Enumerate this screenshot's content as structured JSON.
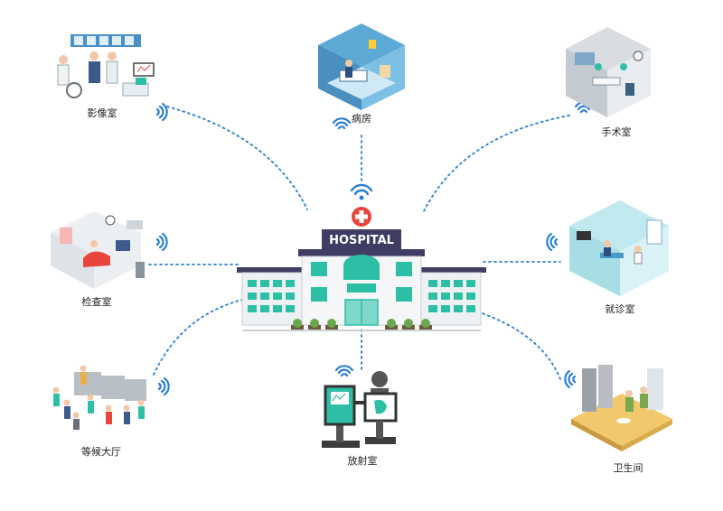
{
  "center": {
    "sign_text": "HOSPITAL",
    "colors": {
      "roof": "#3f3d63",
      "wall": "#eef1f3",
      "window": "#2dbfa5",
      "cross": "#e8453c",
      "wifi": "#2a7fd4"
    }
  },
  "rooms": [
    {
      "label": "影像室",
      "icon": "imaging-room-illustration"
    },
    {
      "label": "病房",
      "icon": "ward-room-illustration"
    },
    {
      "label": "手术室",
      "icon": "operating-room-illustration"
    },
    {
      "label": "检查室",
      "icon": "examination-room-illustration"
    },
    {
      "label": "就诊室",
      "icon": "consultation-room-illustration"
    },
    {
      "label": "等候大厅",
      "icon": "waiting-hall-illustration"
    },
    {
      "label": "放射室",
      "icon": "radiology-room-illustration"
    },
    {
      "label": "卫生间",
      "icon": "restroom-illustration"
    }
  ],
  "connection_style": "dotted-blue",
  "connection_color": "#2a7fd4"
}
